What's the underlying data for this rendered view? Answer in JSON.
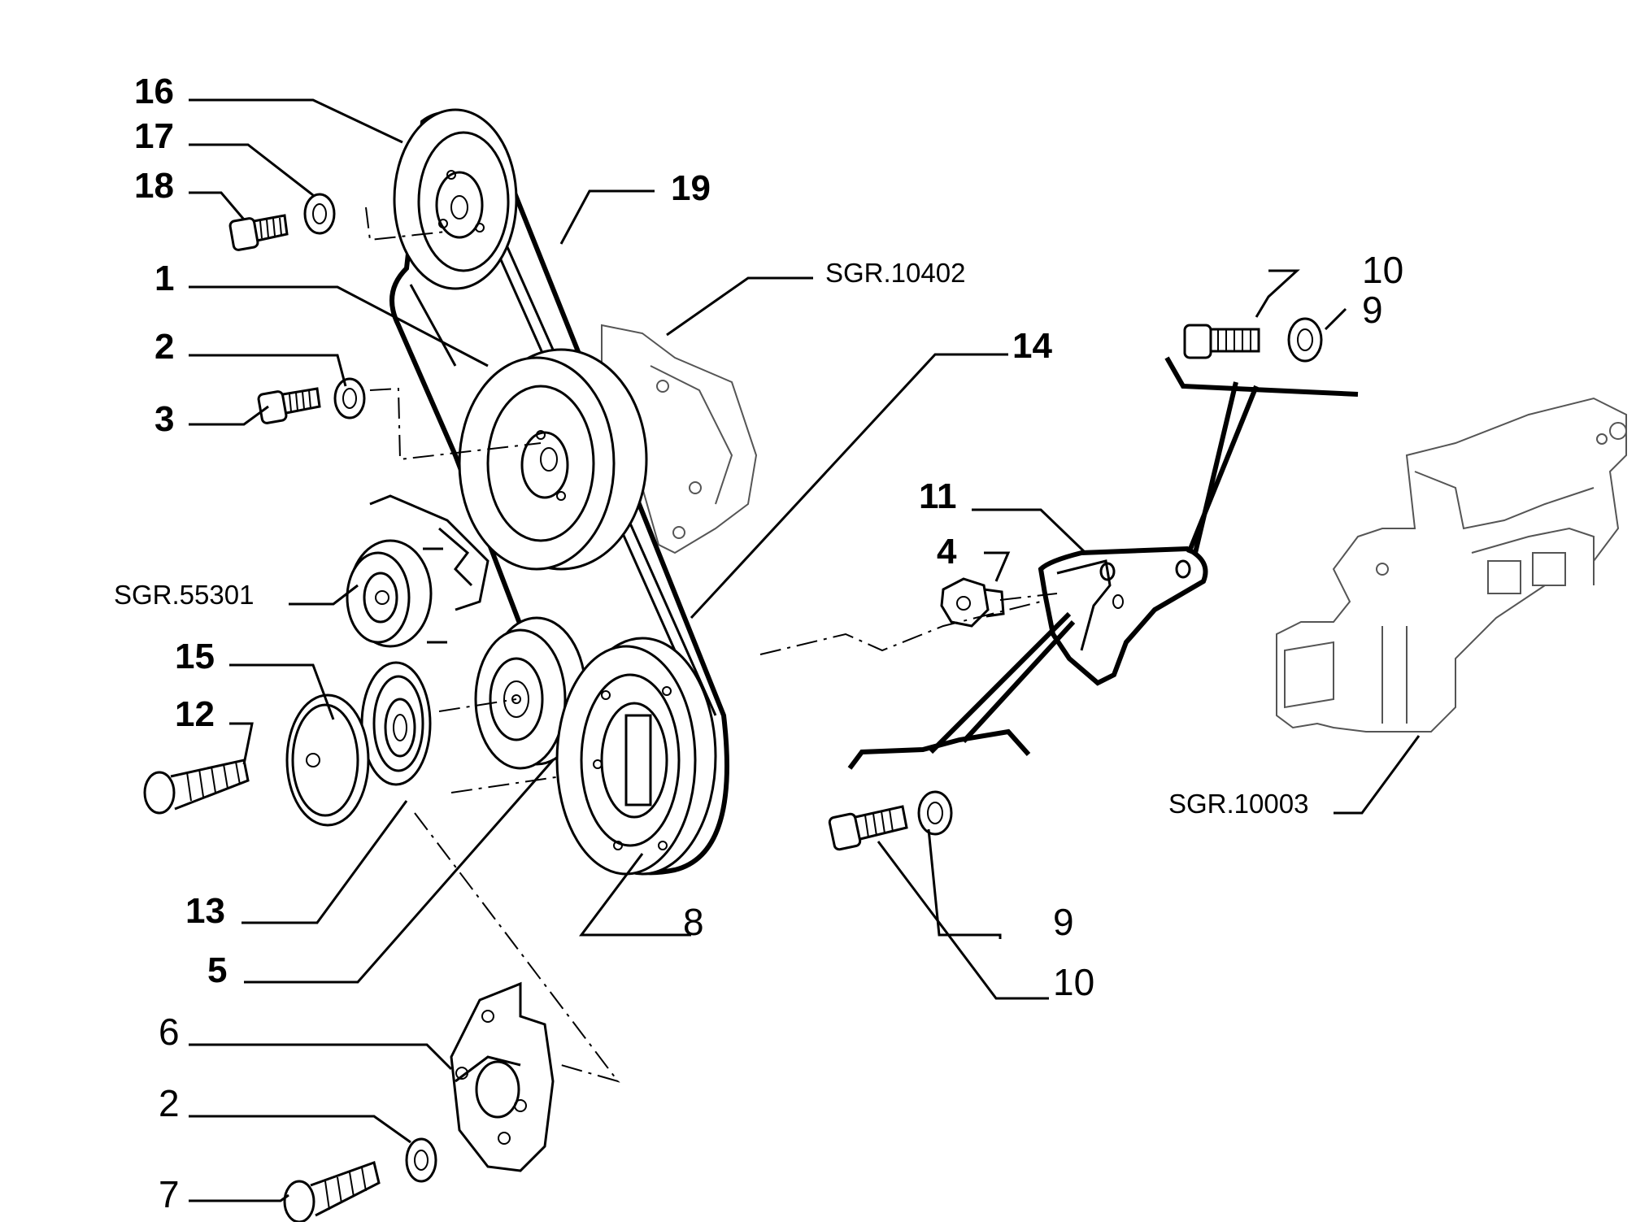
{
  "labels": {
    "l1": "1",
    "l2a": "2",
    "l2b": "2",
    "l3": "3",
    "l4": "4",
    "l5": "5",
    "l6": "6",
    "l7": "7",
    "l8": "8",
    "l9a": "9",
    "l9b": "9",
    "l10a": "10",
    "l10b": "10",
    "l11": "11",
    "l12": "12",
    "l13": "13",
    "l14": "14",
    "l15": "15",
    "l16": "16",
    "l17": "17",
    "l18": "18",
    "l19": "19"
  },
  "refs": {
    "sgr10402": "SGR.10402",
    "sgr55301": "SGR.55301",
    "sgr10003": "SGR.10003"
  }
}
